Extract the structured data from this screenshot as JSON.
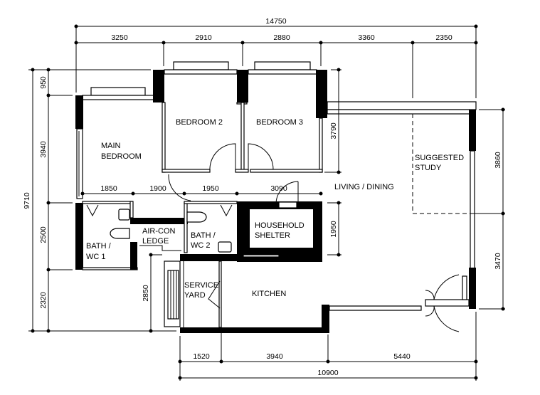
{
  "plan": {
    "rooms": {
      "main_bedroom": [
        "MAIN",
        "BEDROOM"
      ],
      "bedroom2": "BEDROOM 2",
      "bedroom3": "BEDROOM 3",
      "living_dining": "LIVING / DINING",
      "study": [
        "SUGGESTED",
        "STUDY"
      ],
      "shelter": [
        "HOUSEHOLD",
        "SHELTER"
      ],
      "bath1": [
        "BATH /",
        "WC 1"
      ],
      "aircon": [
        "AIR-CON",
        "LEDGE"
      ],
      "bath2": [
        "BATH /",
        "WC 2"
      ],
      "service_yard": [
        "SERVICE",
        "YARD"
      ],
      "kitchen": "KITCHEN"
    },
    "dimensions": {
      "top_total": "14750",
      "top": [
        "3250",
        "2910",
        "2880",
        "3360",
        "2350"
      ],
      "left_total": "9710",
      "left": [
        "950",
        "3940",
        "2500",
        "2320"
      ],
      "mid_row": [
        "1850",
        "1900",
        "1950",
        "3090"
      ],
      "right_upper": "3790",
      "right_shelter": "1950",
      "right_far": [
        "3860",
        "3470"
      ],
      "service_yard": "2850",
      "bottom": [
        "1520",
        "3940",
        "5440"
      ],
      "bottom_total": "10900"
    }
  }
}
